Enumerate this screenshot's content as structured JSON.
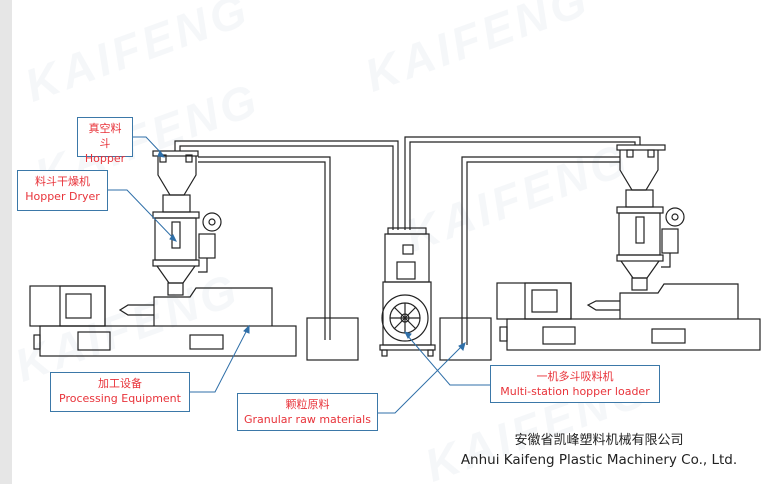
{
  "watermark": "KAIFENG",
  "labels": {
    "hopper": {
      "zh": "真空料斗",
      "en": "Hopper"
    },
    "hopper_dryer": {
      "zh": "料斗干燥机",
      "en": "Hopper Dryer"
    },
    "processing": {
      "zh": "加工设备",
      "en": "Processing Equipment"
    },
    "granular": {
      "zh": "颗粒原料",
      "en": "Granular raw materials"
    },
    "loader": {
      "zh": "一机多斗吸料机",
      "en": "Multi-station hopper loader"
    }
  },
  "company": {
    "zh": "安徽省凯峰塑料机械有限公司",
    "en": "Anhui Kaifeng Plastic Machinery Co., Ltd."
  },
  "colors": {
    "label_text": "#e8333a",
    "label_border": "#3b78a8",
    "line": "#222222"
  }
}
